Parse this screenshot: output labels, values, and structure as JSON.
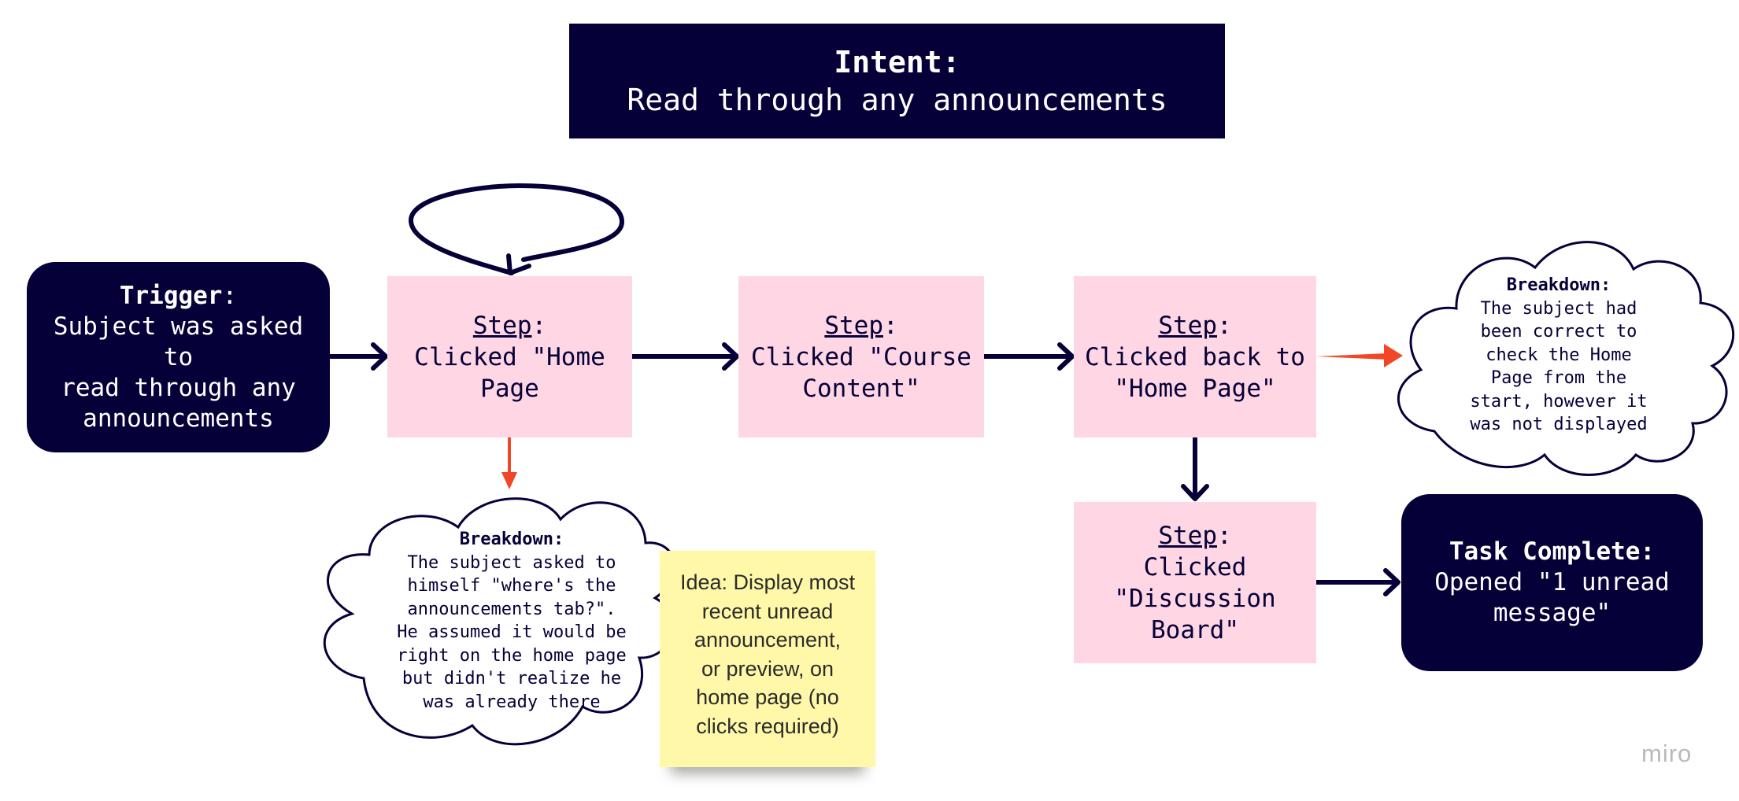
{
  "intent": {
    "label": "Intent:",
    "text": "Read through any announcements"
  },
  "trigger": {
    "label": "Trigger",
    "colon": ":",
    "lines": [
      "Subject was asked to",
      "read through any",
      "announcements"
    ]
  },
  "steps": [
    {
      "label": "Step",
      "colon": ":",
      "lines": [
        "Clicked \"Home",
        "Page"
      ]
    },
    {
      "label": "Step",
      "colon": ":",
      "lines": [
        "Clicked \"Course",
        "Content\""
      ]
    },
    {
      "label": "Step",
      "colon": ":",
      "lines": [
        "Clicked back to",
        "\"Home Page\""
      ]
    },
    {
      "label": "Step",
      "colon": ":",
      "lines": [
        "Clicked",
        "\"Discussion",
        "Board\""
      ]
    }
  ],
  "breakdowns": [
    {
      "label": "Breakdown:",
      "lines": [
        "The subject asked to",
        "himself \"where's the",
        "announcements tab?\".",
        "He assumed it would be",
        "right on the home page",
        "but didn't realize he",
        "was already there"
      ]
    },
    {
      "label": "Breakdown:",
      "lines": [
        "The subject had",
        "been correct to",
        "check the Home",
        "Page from the",
        "start, however it",
        "was not displayed"
      ]
    }
  ],
  "sticky_note": {
    "lines": [
      "Idea: Display most",
      "recent unread",
      "announcement,",
      "or preview, on",
      "home page (no",
      "clicks required)"
    ]
  },
  "task_complete": {
    "label": "Task Complete:",
    "lines": [
      "Opened \"1 unread",
      "message\""
    ]
  },
  "watermark": "miro",
  "colors": {
    "navy": "#050038",
    "step_pink": "#ffd6e4",
    "sticky_yellow": "#fff8a8",
    "accent_red": "#f24726"
  }
}
